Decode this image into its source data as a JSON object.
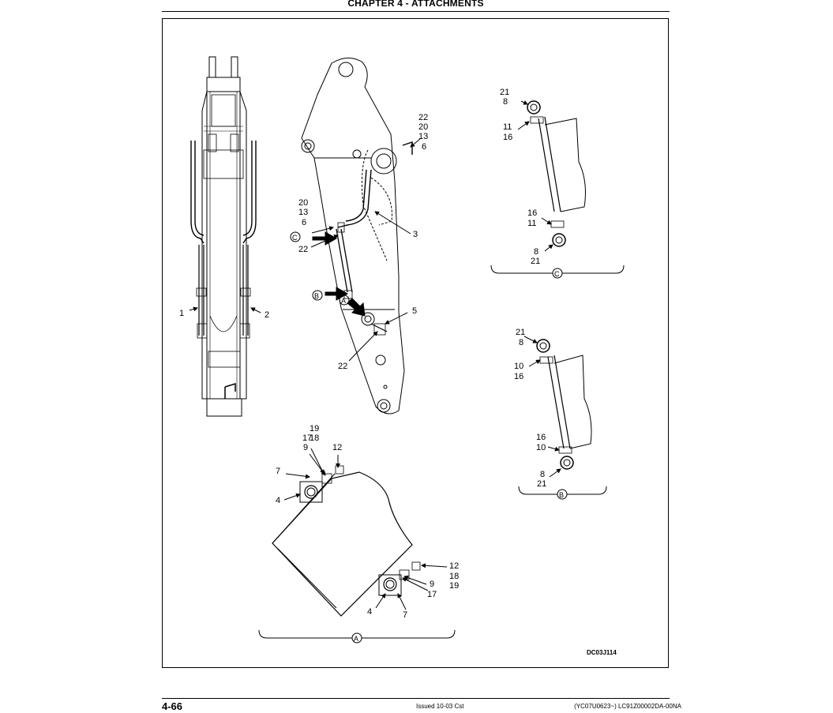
{
  "header": {
    "title": "CHAPTER 4 - ATTACHMENTS"
  },
  "footer": {
    "page_number": "4-66",
    "issued": "Issued 10-03    Cst",
    "doc_id": "(YC07U0623~)   LC91Z00002DA-00NA"
  },
  "figure": {
    "code": "DC03J114",
    "views": {
      "a": "A",
      "b": "B",
      "c": "C"
    },
    "callouts": {
      "top_view": {
        "left": "1",
        "right": "2"
      },
      "side_view": {
        "top_stack": [
          "22",
          "20",
          "13",
          "6"
        ],
        "mid_stack": [
          "20",
          "13",
          "6"
        ],
        "item_22_upper": "22",
        "item_3": "3",
        "item_5": "5",
        "item_22_lower": "22"
      },
      "detail_c": {
        "top": [
          "21",
          "8"
        ],
        "upper": [
          "11",
          "16"
        ],
        "lower": [
          "16",
          "11"
        ],
        "bottom": [
          "8",
          "21"
        ]
      },
      "detail_b": {
        "top": [
          "21",
          "8"
        ],
        "upper": [
          "10",
          "16"
        ],
        "lower": [
          "16",
          "10"
        ],
        "bottom": [
          "8",
          "21"
        ]
      },
      "detail_a": {
        "top_stack": [
          "19",
          "18",
          "12"
        ],
        "top_left": [
          "17",
          "9"
        ],
        "item_7_top": "7",
        "item_4_top": "4",
        "right_stack": [
          "12",
          "18",
          "19"
        ],
        "item_9_bottom": "9",
        "item_17_bottom": "17",
        "item_4_bottom": "4",
        "item_7_bottom": "7"
      }
    }
  }
}
